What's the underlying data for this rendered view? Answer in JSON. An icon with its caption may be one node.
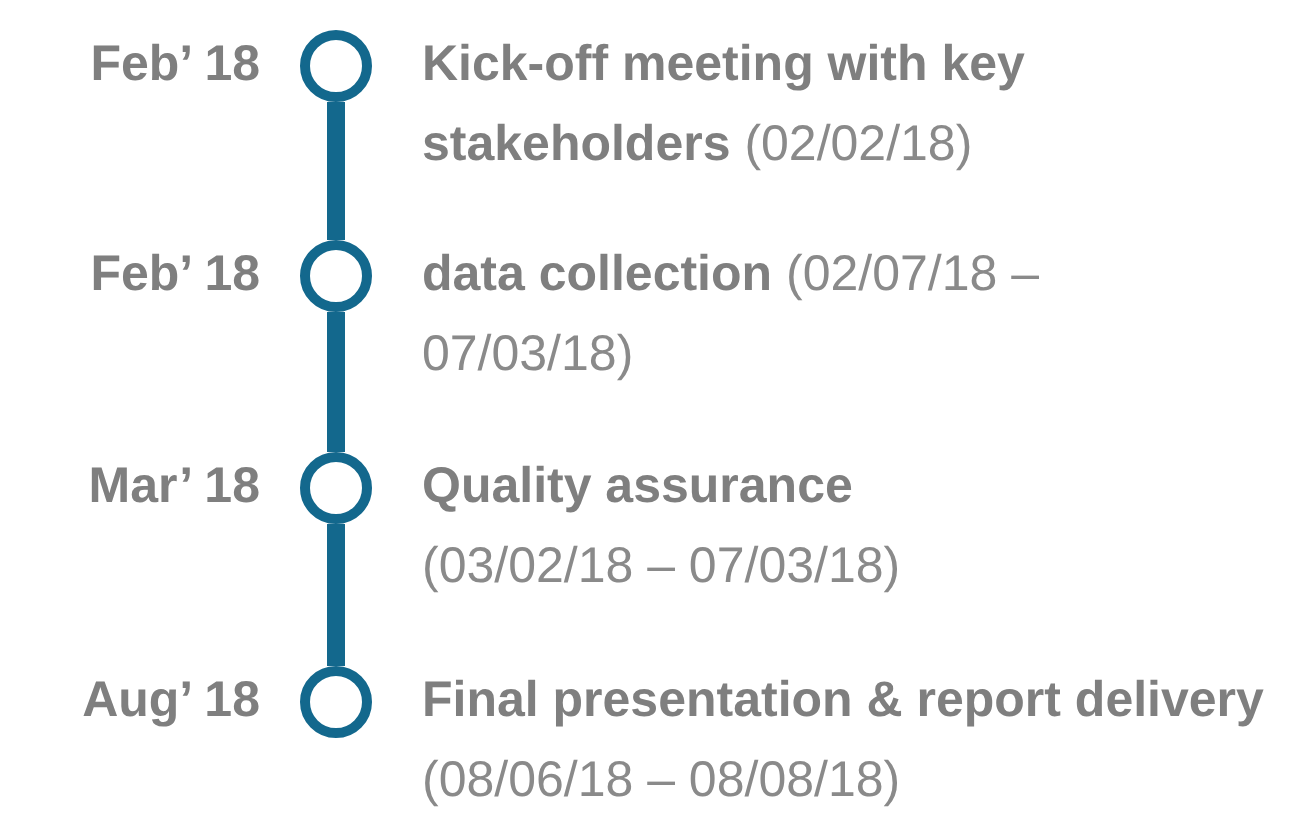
{
  "diagram": {
    "nodes": [
      {
        "text": [],
        "shape": "circle",
        "beside": [
          "Feb’ 18",
          "**Kick-off meeting with key stakeholders** (02/02/18)"
        ]
      },
      {
        "text": [],
        "shape": "circle",
        "beside": [
          "Feb’ 18",
          "**data collection** (02/07/18 – 07/03/18)"
        ]
      },
      {
        "text": [],
        "shape": "circle",
        "beside": [
          "Mar’ 18",
          "**Quality assurance** (03/02/18 – 07/03/18)"
        ]
      },
      {
        "text": [],
        "shape": "circle",
        "beside": [
          "Aug’ 18",
          "**Final presentation & report delivery** (08/06/18 – 08/08/18)"
        ]
      }
    ],
    "edges": [
      {
        "from": 0,
        "to": 1,
        "arrow": "none"
      },
      {
        "from": 1,
        "to": 2,
        "arrow": "none"
      },
      {
        "from": 2,
        "to": 3,
        "arrow": "none"
      }
    ]
  }
}
